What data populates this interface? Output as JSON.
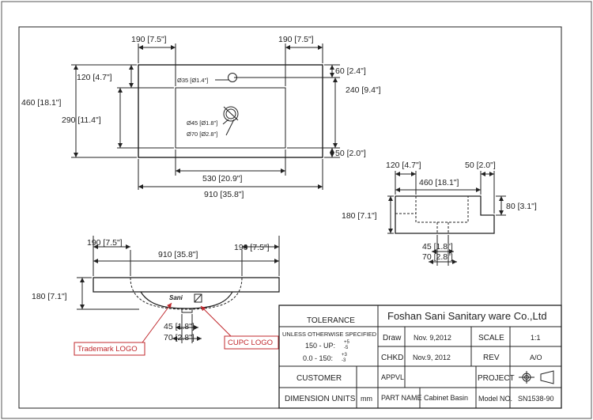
{
  "plan_view": {
    "dim_faucet_offset": "190 [7.5\"]",
    "dim_faucet_offset_right": "190 [7.5\"]",
    "dim_top_margin": "120 [4.7\"]",
    "dim_total_depth": "460 [18.1\"]",
    "dim_bowl_depth": "290 [11.4\"]",
    "dim_hole_top": "60 [2.4\"]",
    "dim_bowl_height": "240 [9.4\"]",
    "dim_bottom_margin": "50 [2.0\"]",
    "faucet_hole": "Ø35 [Ø1.4\"]",
    "drain_hole_inner": "Ø45 [Ø1.8\"]",
    "drain_hole_outer": "Ø70 [Ø2.8\"]",
    "dim_bowl_width": "530 [20.9\"]",
    "dim_total_width": "910 [35.8\"]"
  },
  "side_view": {
    "dim_left": "120 [4.7\"]",
    "dim_right": "50 [2.0\"]",
    "dim_depth": "460 [18.1\"]",
    "dim_height": "180 [7.1\"]",
    "dim_overflow": "80 [3.1\"]",
    "dim_drain_inner": "45 [1.8\"]",
    "dim_drain_outer": "70 [2.8\"]"
  },
  "front_view": {
    "dim_left": "190 [7.5\"]",
    "dim_right": "190 [7.5\"]",
    "dim_width": "910 [35.8\"]",
    "dim_height": "180 [7.1\"]",
    "dim_drain_inner": "45 [1.8\"]",
    "dim_drain_outer": "70 [2.8\"]",
    "logo_mark": "Sani",
    "trademark_label": "Trademark LOGO",
    "cupc_label": "CUPC LOGO"
  },
  "title_block": {
    "company": "Foshan Sani Sanitary ware Co.,Ltd",
    "tolerance_title": "TOLERANCE",
    "tolerance_note": "UNLESS OTHERWISE SPECIFIED",
    "tol_1_range": "150 - UP:",
    "tol_1_plus": "+5",
    "tol_1_minus": "-5",
    "tol_2_range": "0.0 - 150:",
    "tol_2_plus": "+3",
    "tol_2_minus": "-3",
    "draw_label": "Draw",
    "draw_date": "Nov. 9,2012",
    "scale_label": "SCALE",
    "scale_value": "1:1",
    "chkd_label": "CHKD",
    "chkd_date": "Nov.9, 2012",
    "rev_label": "REV",
    "rev_value": "A/O",
    "customer_label": "CUSTOMER",
    "appvl_label": "APPVL",
    "project_label": "PROJECT",
    "dim_units_label": "DIMENSION UNITS",
    "dim_units_value": "mm",
    "part_name_label": "PART NAME",
    "part_name_value": "Cabinet Basin",
    "model_label": "Model NO.",
    "model_value": "SN1538-90"
  }
}
